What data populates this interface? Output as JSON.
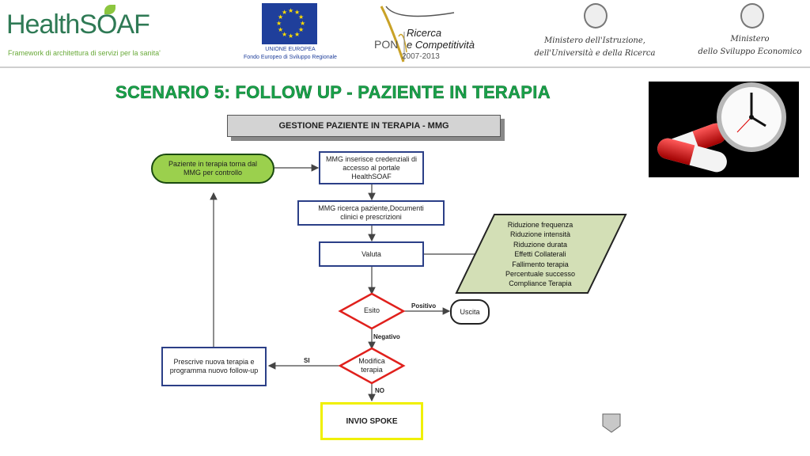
{
  "header": {
    "logo_title": "HealthSOAF",
    "logo_subtitle": "Framework di architettura di servizi per la sanita'",
    "eu_line1": "UNIONE EUROPEA",
    "eu_line2": "Fondo Europeo di Sviluppo Regionale",
    "pon_label": "PON",
    "pon_line1": "Ricerca",
    "pon_line2": "e Competitività",
    "pon_years": "2007-2013",
    "miur_line1": "Ministero dell'Istruzione,",
    "miur_line2": "dell'Università e della Ricerca",
    "mise_line1": "Ministero",
    "mise_line2": "dello Sviluppo Economico"
  },
  "title": "SCENARIO 5: FOLLOW UP - PAZIENTE IN TERAPIA",
  "flow": {
    "header": "GESTIONE PAZIENTE IN TERAPIA - MMG",
    "start": "Paziente in terapia torna dal MMG per controllo",
    "step1": "MMG inserisce credenziali di accesso al portale HealthSOAF",
    "step2": "MMG ricerca paziente,Documenti clinici e prescrizioni",
    "step3": "Valuta",
    "decision1": "Esito",
    "decision1_yes": "Positivo",
    "decision1_no": "Negativo",
    "exit": "Uscita",
    "decision2": "Modifica terapia",
    "decision2_yes": "SI",
    "decision2_no": "NO",
    "prescribe": "Prescrive nuova terapia e programma nuovo follow-up",
    "end": "INVIO SPOKE",
    "criteria": [
      "Riduzione frequenza",
      "Riduzione intensità",
      "Riduzione durata",
      "Effetti Collaterali",
      "Fallimento terapia",
      "Percentuale successo",
      "Compliance Terapia"
    ]
  },
  "colors": {
    "title": "#19a24a",
    "box_border": "#2b3f87",
    "decision": "#e0201c",
    "start_fill": "#9bd04d",
    "criteria_fill": "#d3dfb6",
    "end_border": "#f0f000"
  }
}
